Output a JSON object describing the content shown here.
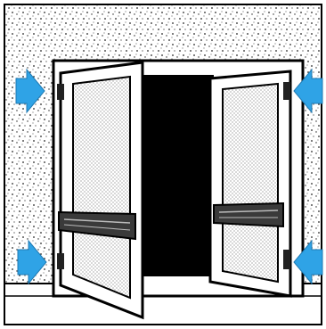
{
  "illustration": {
    "subject": "double-door-cabinet-opening",
    "colors": {
      "frame_line": "#000000",
      "wall_background": "#ffffff",
      "opening_interior": "#000000",
      "arrow_fill": "#2fa3e6",
      "arrow_stroke": "#1f7ab3"
    },
    "arrows": [
      {
        "name": "top-left-arrow",
        "direction": "right"
      },
      {
        "name": "bottom-left-arrow",
        "direction": "right"
      },
      {
        "name": "top-right-arrow",
        "direction": "left"
      },
      {
        "name": "bottom-right-arrow",
        "direction": "left"
      }
    ]
  }
}
